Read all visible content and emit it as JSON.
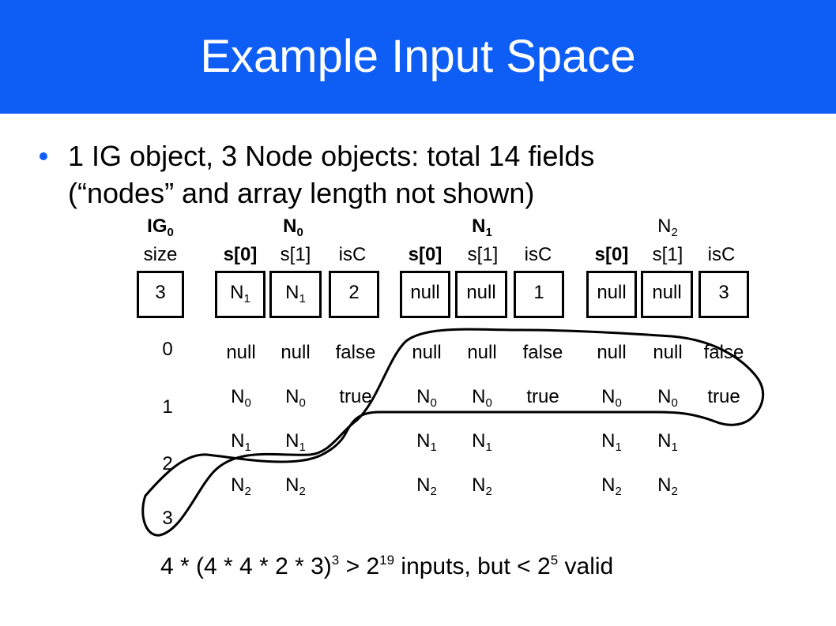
{
  "slide": {
    "title": "Example Input Space",
    "bullet_line1": "1 IG object, 3 Node objects: total 14 fields",
    "bullet_line2": "(“nodes” and array length not shown)"
  },
  "objects": {
    "ig": {
      "name": "IG",
      "sub": "0"
    },
    "n0": {
      "name": "N",
      "sub": "0"
    },
    "n1": {
      "name": "N",
      "sub": "1"
    },
    "n2": {
      "name": "N",
      "sub": "2"
    }
  },
  "fields": {
    "size": "size",
    "s0": "s[0]",
    "s1": "s[1]",
    "isc": "isC"
  },
  "boxes": {
    "size": "3",
    "n0_s0": {
      "name": "N",
      "sub": "1"
    },
    "n0_s1": {
      "name": "N",
      "sub": "1"
    },
    "n0_isc": "2",
    "n1_s0": "null",
    "n1_s1": "null",
    "n1_isc": "1",
    "n2_s0": "null",
    "n2_s1": "null",
    "n2_isc": "3"
  },
  "choices": {
    "size": [
      "0",
      "1",
      "2",
      "3"
    ],
    "node_ref_labels": [
      "null",
      "N",
      "N",
      "N"
    ],
    "node_ref_subs": [
      "",
      "0",
      "1",
      "2"
    ],
    "bool": [
      "false",
      "true"
    ]
  },
  "formula": {
    "p1": "4  * (4  * 4  * 2 * 3)",
    "exp1": "3",
    "p2": " > 2",
    "exp2": "19",
    "p3": " inputs, but < 2",
    "exp3": "5",
    "p4": " valid"
  },
  "colors": {
    "header": "#0e5ef6",
    "title_text": "#ffffff",
    "bullet": "#0e5ef6"
  }
}
